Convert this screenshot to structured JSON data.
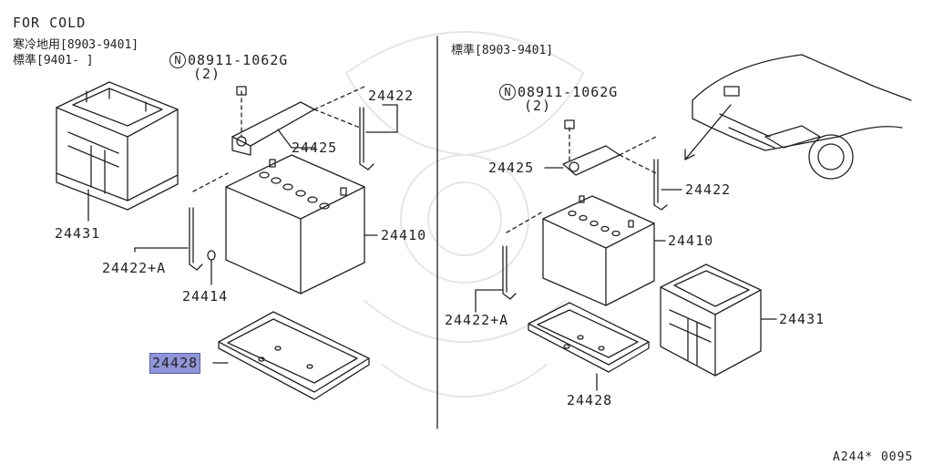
{
  "left": {
    "heading": "FOR COLD",
    "note_cold": "寒冷地用[8903-9401]",
    "note_std": "標準[9401-     ]",
    "nut_marker": "N",
    "nut_part": "08911-1062G",
    "nut_qty": "(2)",
    "parts": {
      "p24422": "24422",
      "p24425": "24425",
      "p24431": "24431",
      "p24410": "24410",
      "p24422a": "24422+A",
      "p24414": "24414",
      "p24428": "24428"
    }
  },
  "right": {
    "note_std": "標準[8903-9401]",
    "nut_marker": "N",
    "nut_part": "08911-1062G",
    "nut_qty": "(2)",
    "parts": {
      "p24425": "24425",
      "p24422": "24422",
      "p24410": "24410",
      "p24422a": "24422+A",
      "p24431": "24431",
      "p24428": "24428"
    }
  },
  "footer_code": "A244* 0095",
  "highlight_color": "#8f95d8"
}
